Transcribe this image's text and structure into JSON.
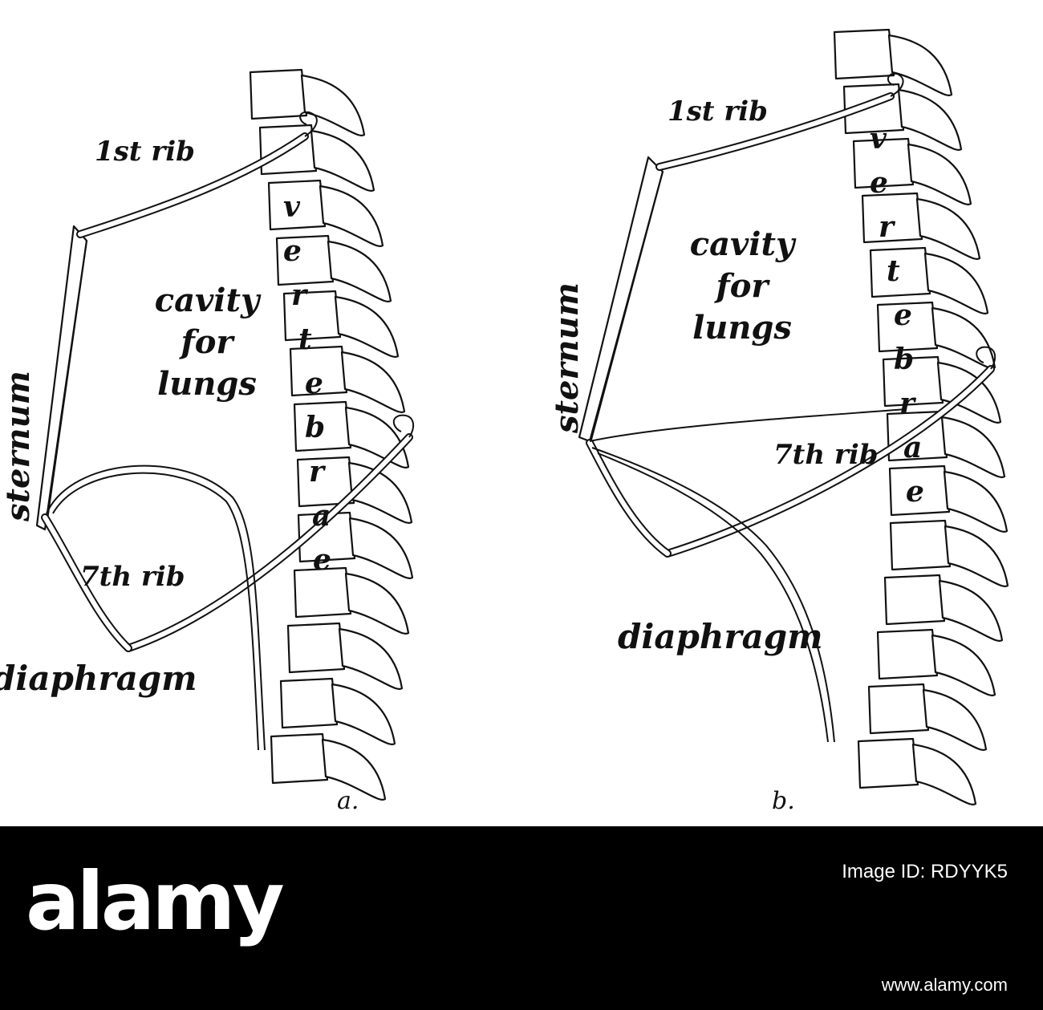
{
  "panels": [
    {
      "caption": "a.",
      "labels": {
        "first_rib": "1st rib",
        "sternum": "sternum",
        "cavity": [
          "cavity",
          "for",
          "lungs"
        ],
        "seventh_rib": "7th rib",
        "diaphragm": "diaphragm",
        "vertebrae_letters": [
          "v",
          "e",
          "r",
          "t",
          "e",
          "b",
          "r",
          "a",
          "e"
        ]
      }
    },
    {
      "caption": "b.",
      "labels": {
        "first_rib": "1st rib",
        "sternum": "sternum",
        "cavity": [
          "cavity",
          "for",
          "lungs"
        ],
        "seventh_rib": "7th rib",
        "diaphragm": "diaphragm",
        "vertebrae_letters": [
          "v",
          "e",
          "r",
          "t",
          "e",
          "b",
          "r",
          "a",
          "e"
        ]
      }
    }
  ],
  "watermark": {
    "logo_text": "alamy",
    "logo_color": "#ffffff",
    "image_id": "Image ID: RDYYK5",
    "url": "www.alamy.com"
  }
}
